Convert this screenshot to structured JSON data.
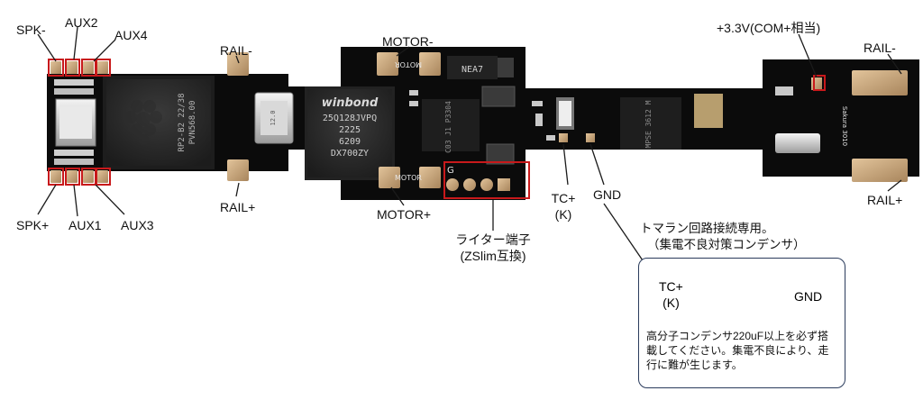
{
  "labels": {
    "spk_minus": "SPK-",
    "aux2": "AUX2",
    "aux4": "AUX4",
    "rail_minus_left": "RAIL-",
    "motor_minus": "MOTOR-",
    "v33": "+3.3V(COM+相当)",
    "rail_minus_right": "RAIL-",
    "spk_plus": "SPK+",
    "aux1": "AUX1",
    "aux3": "AUX3",
    "rail_plus_left": "RAIL+",
    "motor_plus": "MOTOR+",
    "writer_terminal": "ライター端子",
    "writer_terminal_sub": "(ZSlim互換)",
    "tc_plus": "TC+",
    "tc_k": "(K)",
    "gnd": "GND",
    "rail_plus_right": "RAIL+"
  },
  "chip_text": {
    "mcu_line1": "RP2-B2  22/38",
    "mcu_line2": "PVN568.00",
    "flash_brand": "winbond",
    "flash_line1": "25Q128JVPQ",
    "flash_line2": "2225",
    "flash_line3": "6209",
    "flash_line4": "DX700ZY",
    "sot_mark": "NEA7",
    "driver_mark": "C03 J1 P3304",
    "reg_mark": "MPSE 3612 M",
    "motor_silk_top": "MOTOR",
    "motor_silk_bottom": "MOTOR",
    "crystal_mark": "12.0"
  },
  "inset": {
    "title_line1": "トマラン回路接続専用。",
    "title_line2": "（集電不良対策コンデンサ）",
    "tc_plus": "TC+",
    "tc_k": "(K)",
    "plus_sign": "+",
    "minus_sign": "-",
    "gnd": "GND",
    "note": "高分子コンデンサ220uF以上を必ず搭載してください。集電不良により、走行に難が生じます。"
  },
  "colors": {
    "pcb": "#0b0b0b",
    "pad_gold": "#c7a277",
    "callout_red": "#c8191b",
    "leader": "#1b1b1b",
    "inset_border": "#2a3b5c"
  }
}
